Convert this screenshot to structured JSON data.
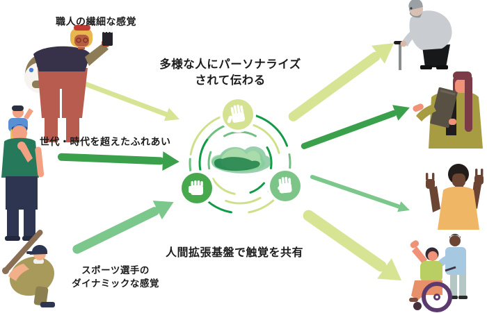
{
  "labels": {
    "craftsman": "職人の繊細な感覚",
    "generations": "世代・時代を超えたふれあい",
    "athlete_line1": "スポーツ選手の",
    "athlete_line2": "ダイナミックな感覚",
    "personalize_line1": "多様な人にパーソナライズ",
    "personalize_line2": "されて伝わる",
    "platform": "人間拡張基盤で触覚を共有"
  },
  "hub": {
    "badges": [
      {
        "icon": "open-hand-icon",
        "color": "#d5e292"
      },
      {
        "icon": "grab-fist-icon",
        "color": "#47a84e"
      },
      {
        "icon": "raised-fist-icon",
        "color": "#7cc487"
      }
    ],
    "logo": "green-swirl-logo"
  },
  "figures": {
    "left": [
      "craftsman-painter",
      "parent-with-child-on-shoulders",
      "baseball-player"
    ],
    "right": [
      "elderly-man-with-cane",
      "woman-with-clipboard",
      "man-signing",
      "wheelchair-user-with-helper"
    ]
  },
  "colors": {
    "lime": "#d7e494",
    "green-dark": "#3aa04b",
    "green-mid": "#7cc78c",
    "badge-lime": "#d5e292",
    "badge-green": "#47a84e",
    "badge-mid": "#7cc487",
    "arc-dark": "#129a49",
    "arc-lime": "#cfe08a",
    "arc-mid": "#6fbf80",
    "text": "#1c1c1c"
  }
}
